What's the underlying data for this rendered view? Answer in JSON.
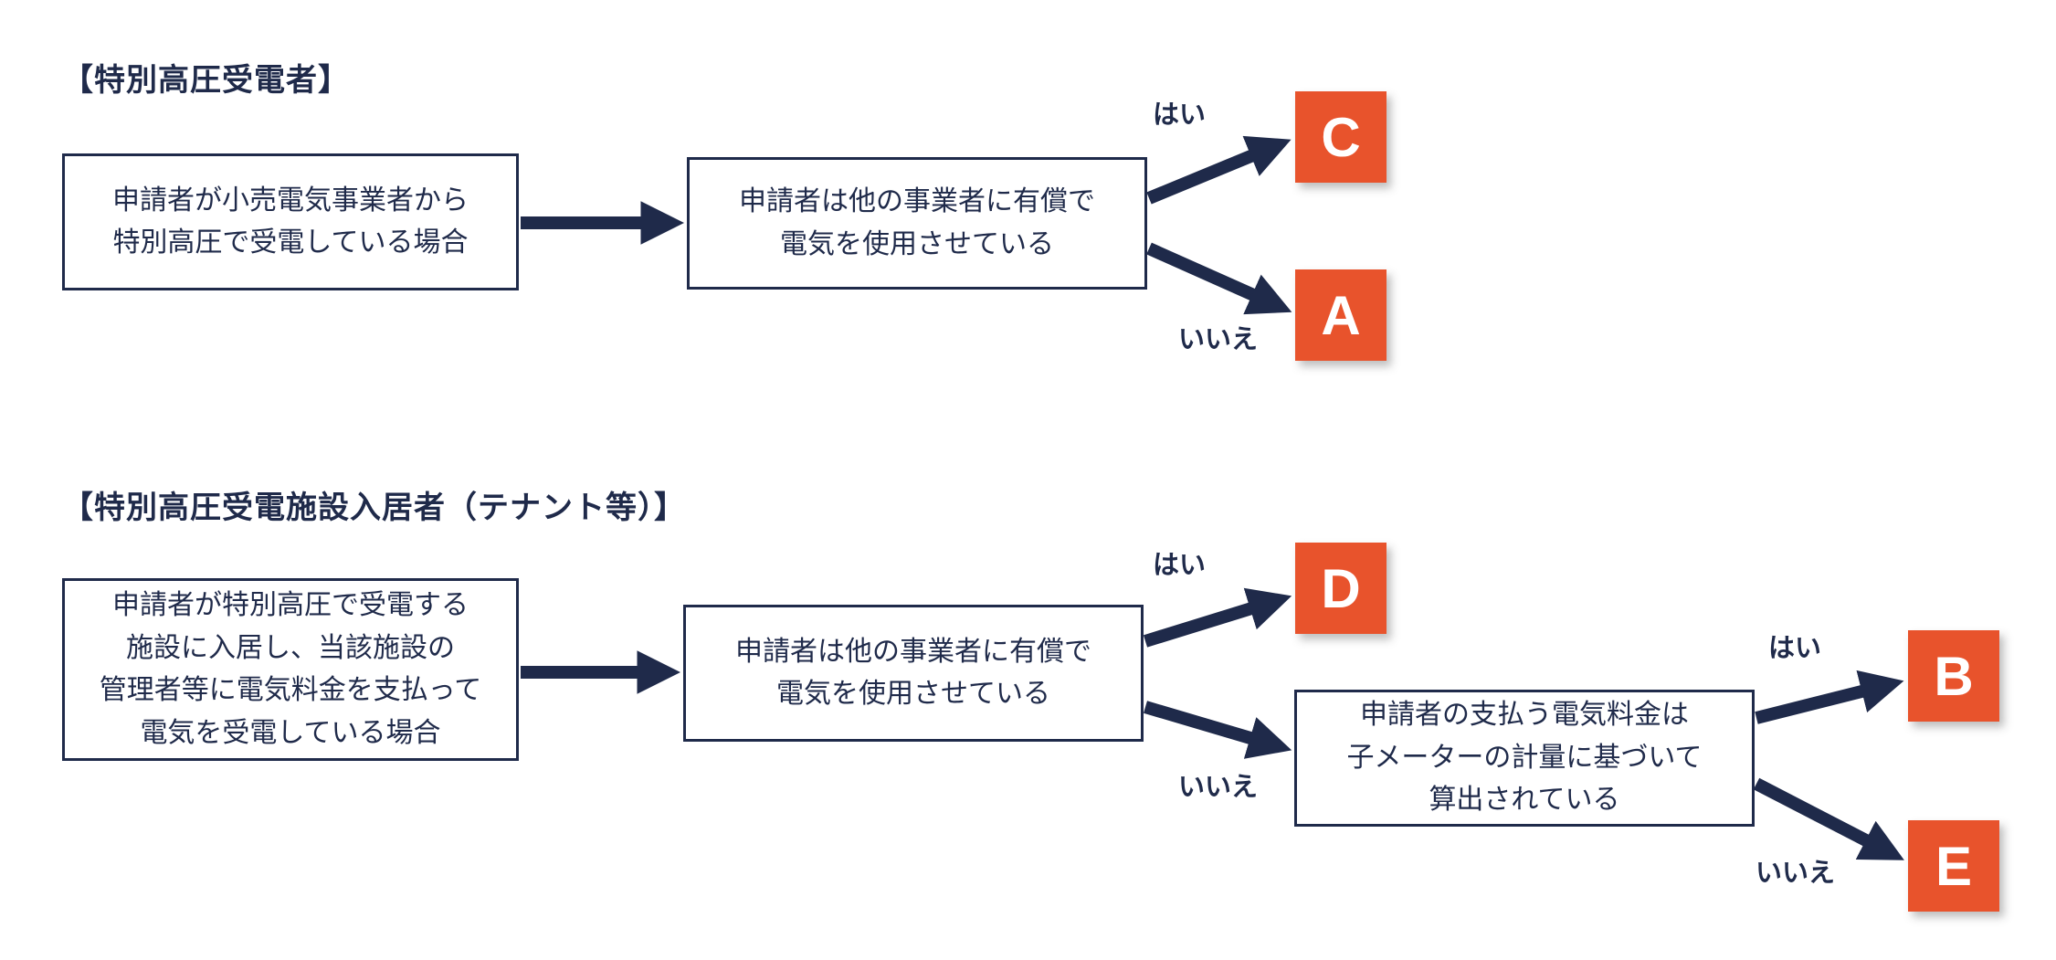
{
  "colors": {
    "navy": "#1f2a4a",
    "orange": "#e8532c"
  },
  "sections": [
    {
      "title": "【特別高圧受電者】",
      "start_box": "申請者が小売電気事業者から\n特別高圧で受電している場合",
      "decision_box": "申請者は他の事業者に有償で\n電気を使用させている",
      "yes_label": "はい",
      "no_label": "いいえ",
      "yes_result": "C",
      "no_result": "A"
    },
    {
      "title": "【特別高圧受電施設入居者（テナント等）】",
      "start_box": "申請者が特別高圧で受電する\n施設に入居し、当該施設の\n管理者等に電気料金を支払って\n電気を受電している場合",
      "decision_box": "申請者は他の事業者に有償で\n電気を使用させている",
      "yes_label": "はい",
      "no_label": "いいえ",
      "yes_result": "D",
      "decision_box2": "申請者の支払う電気料金は\n子メーターの計量に基づいて\n算出されている",
      "yes_label2": "はい",
      "no_label2": "いいえ",
      "yes_result2": "B",
      "no_result2": "E"
    }
  ]
}
